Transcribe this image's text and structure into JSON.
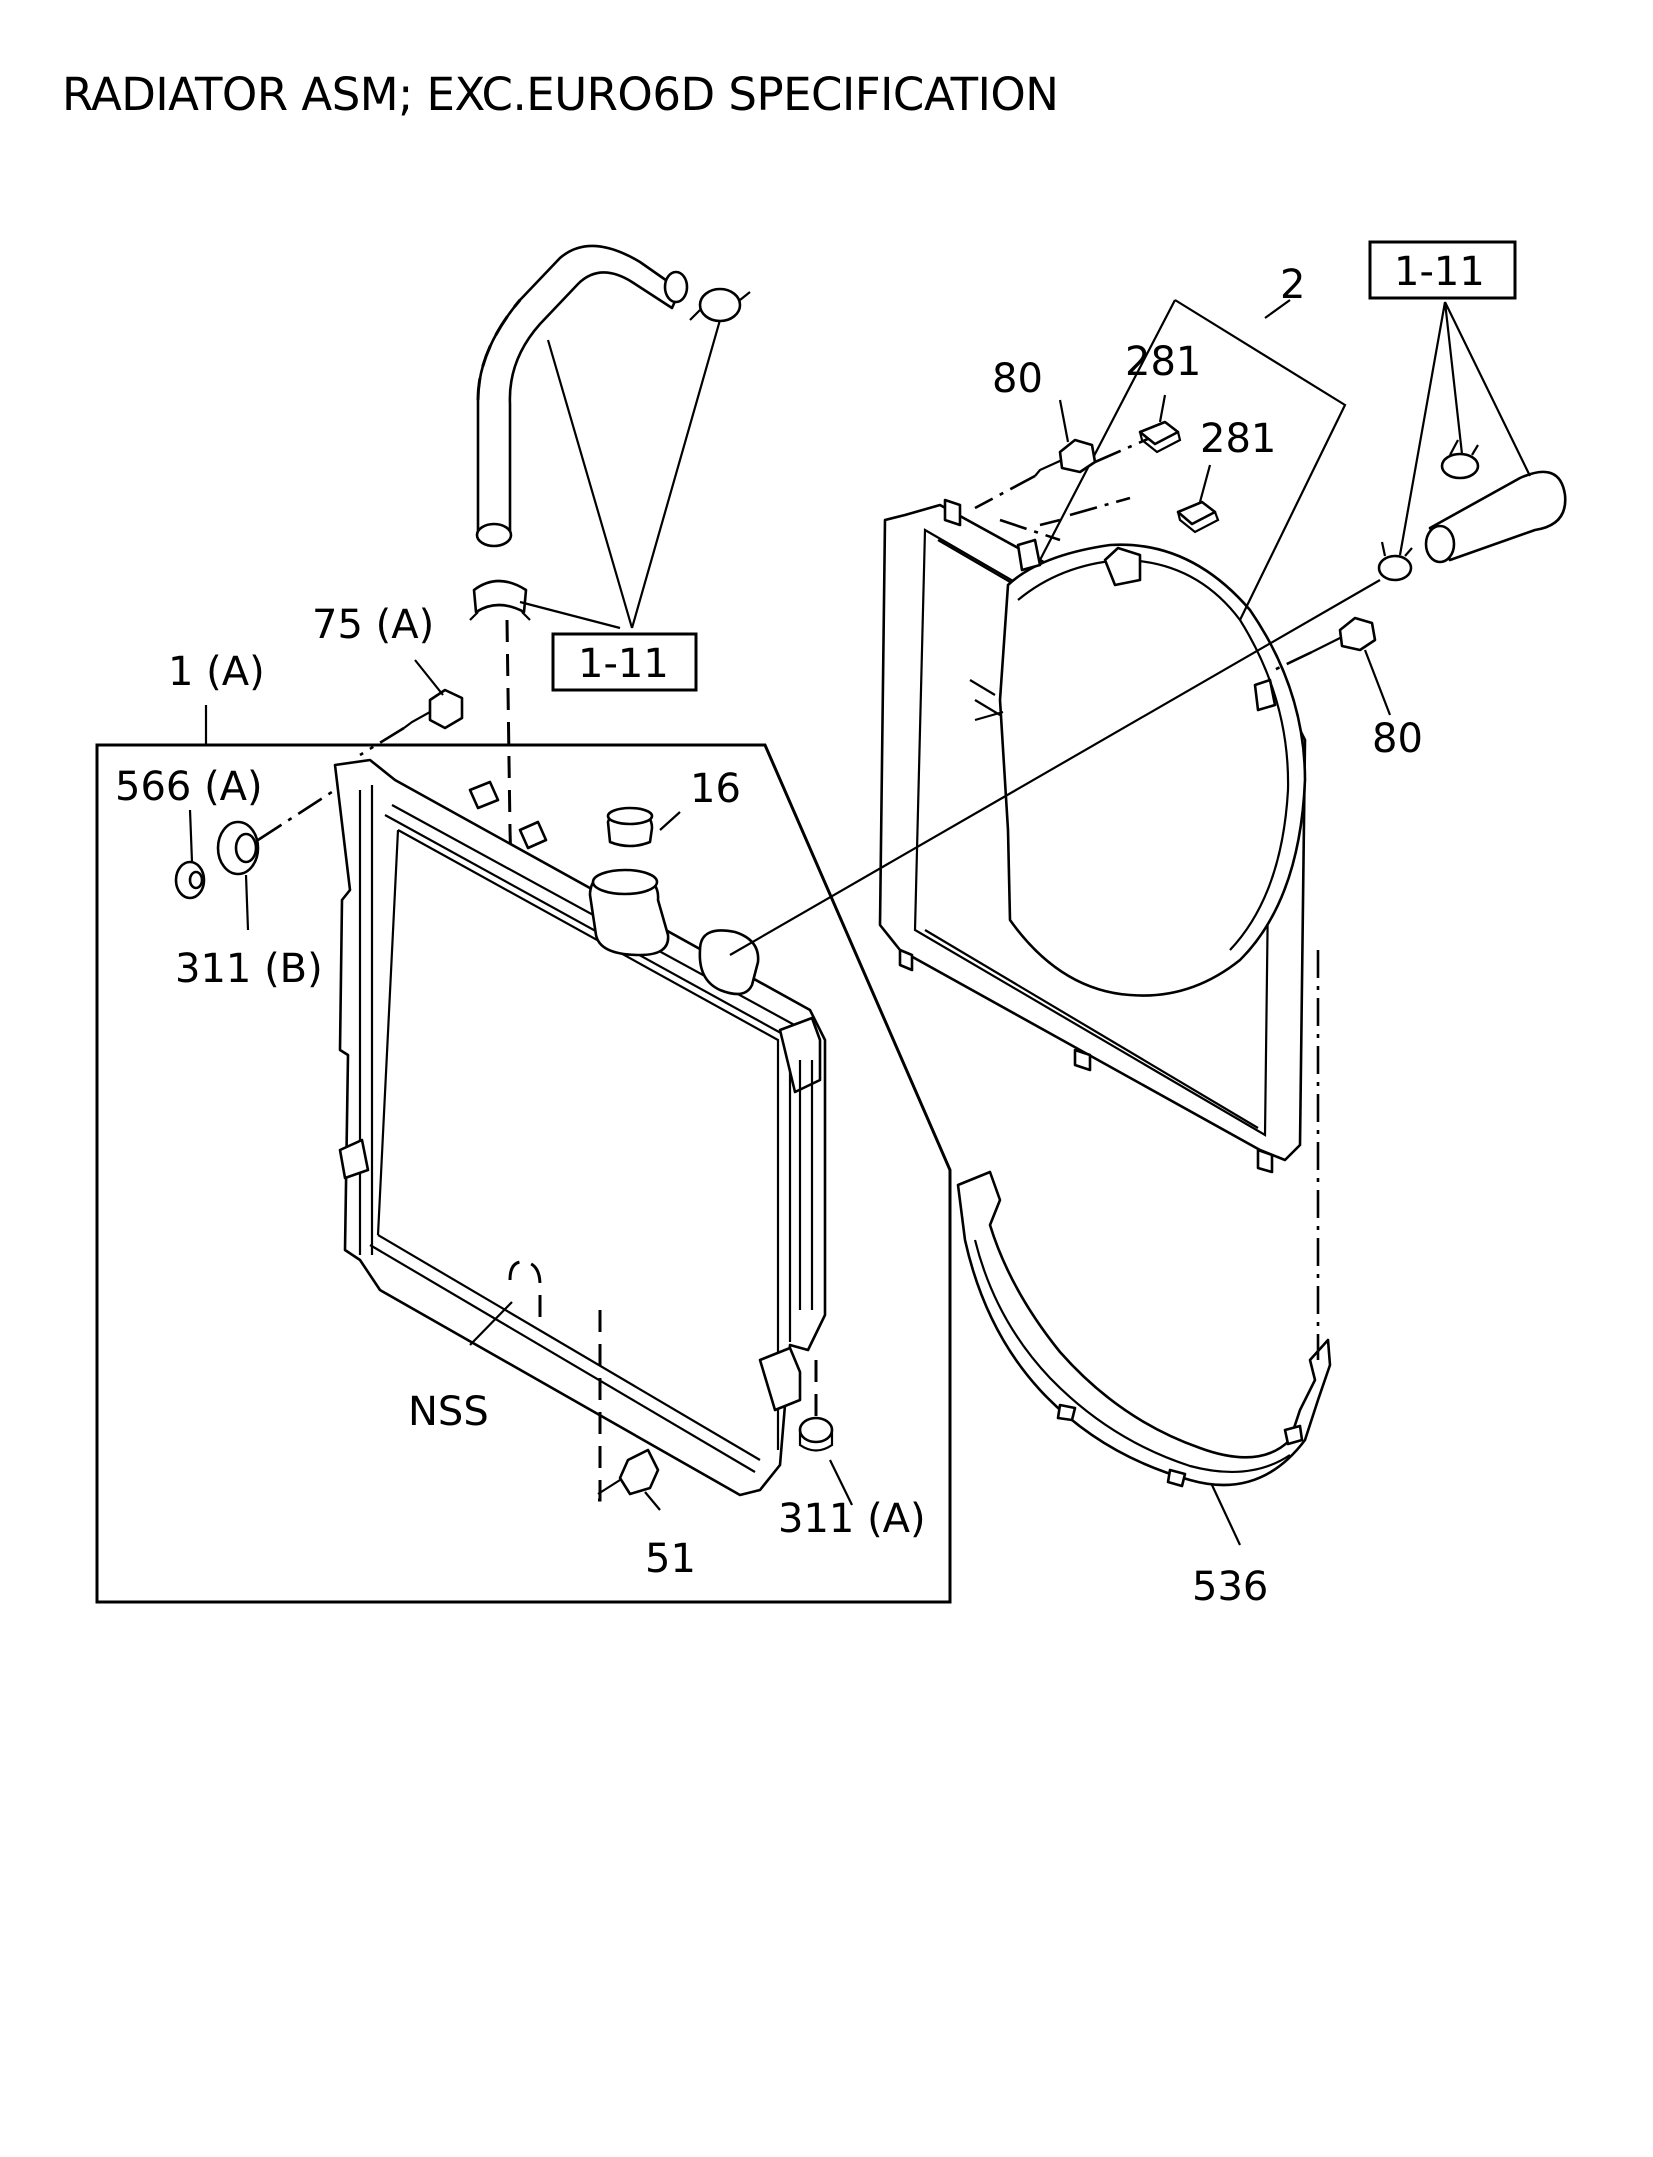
{
  "title": "RADIATOR ASM; EXC.EURO6D SPECIFICATION",
  "callouts": {
    "ref_hose_center": "1-11",
    "ref_hose_right": "1-11",
    "radiator_asm": "1 (A)",
    "bolt_75": "75 (A)",
    "collar_566": "566 (A)",
    "cushion_311b": "311 (B)",
    "cap_16": "16",
    "nss": "NSS",
    "drain_51": "51",
    "cushion_311a": "311 (A)",
    "shroud_2": "2",
    "bolt_80_top": "80",
    "nut_281_a": "281",
    "nut_281_b": "281",
    "bolt_80_right": "80",
    "lower_shroud_536": "536"
  }
}
